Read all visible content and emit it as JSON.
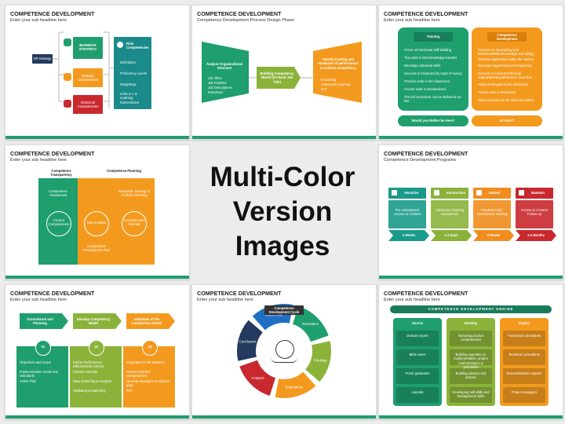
{
  "hero": {
    "line1": "Multi-Color",
    "line2": "Version Images"
  },
  "slides": [
    {
      "title": "COMPETENCE DEVELOPMENT",
      "subtitle": "Enter your sub headline here",
      "hr": "HR Strategy",
      "business": "BUSINESS STRATEGY",
      "strategic": "Strategic Competencies",
      "divisional": "Divisional Competencies",
      "role": "Role Competencies",
      "role_items": [
        "Definitions",
        "Proficiency Levels",
        "Weightings",
        "Links to L & Learning Interventions"
      ]
    },
    {
      "title": "COMPETENCE DEVELOPMENT",
      "subtitle": "Competency Development Process Design Phase",
      "left_head": "Analyze Organizational Structure",
      "left_items": [
        "Job Titles",
        "Job Families",
        "Job Descriptions",
        "Interviews"
      ],
      "mid": "Building Competency Model (for Each Job Title)",
      "right_head": "Specify training and measures of performance to achieve competency",
      "right_items": [
        "E-learning",
        "Classroom Learning",
        "OJT"
      ]
    },
    {
      "title": "COMPETENCE DEVELOPMENT",
      "subtitle": "Enter your sub headline here",
      "left_head": "Training",
      "right_head": "Competence Development",
      "left_items": [
        "Focus on functional skill building",
        "The point is total knowledge transfer",
        "Develops individual skills",
        "Success is measured by input of survey",
        "Practice ends in the Classroom",
        "Course work is standardized",
        "The full curriculum can be delivered on-line"
      ],
      "right_items": [
        "Focuses on developing total behavioral/skill (knowledge and ability)",
        "Stresses application within the context",
        "Develops organizational Competency",
        "Success is measured through organizational performance over time",
        "Adopt techniques in the classroom",
        "Course work is integrated",
        "Some courses can be delivered online"
      ],
      "left_btn": "Would you Rather be Here?",
      "right_btn": "Or Here?"
    },
    {
      "title": "COMPETENCE DEVELOPMENT",
      "subtitle": "Enter your sub headline here",
      "col1": "Competence Transparency",
      "col2": "Competence Planning",
      "assess": "Competence Assessment",
      "current": "Current Competencies",
      "gap": "Gap Analysis",
      "needed": "Competencies Needed",
      "strategy": "Innovation Strategy & Portfolio Planning",
      "plan": "Competence Development Plan"
    },
    {
      "title": "COMPETENCE DEVELOPMENT",
      "subtitle": "Competence Development Programs",
      "cols": [
        {
          "head": "Sensitize",
          "body": "Pre-Assessment Access to Content",
          "dur": "2 Weeks",
          "color": "#1a9a8a"
        },
        {
          "head": "Introduction",
          "body": "Classroom Training Assessment",
          "dur": "1-3 Days",
          "color": "#8ab23a"
        },
        {
          "head": "Embed",
          "body": "Practical Field-Assessment Tutoring",
          "dur": "3 Weeks",
          "color": "#f08d1e"
        },
        {
          "head": "Maintain",
          "body": "Access to Content Follow-up",
          "dur": "1-3 Months",
          "color": "#c8282e"
        }
      ]
    },
    {
      "title": "COMPETENCE DEVELOPMENT",
      "subtitle": "Enter your sub headline here",
      "steps": [
        {
          "head": "Groundwork and Planning",
          "num": "01",
          "items": [
            "Objectives and scope",
            "Implementation Goals and Standards",
            "Action Plan"
          ],
          "color": "#1f9e6e"
        },
        {
          "head": "Develop Competency Model",
          "num": "02",
          "items": [
            "Define Performance Effectiveness Criteria",
            "Criterion Sample",
            "Data Gathering & Analysis",
            "Validating & Marketing"
          ],
          "color": "#8bb33a"
        },
        {
          "head": "Validation of the Competency Model",
          "num": "03",
          "items": [
            "Integration in HR Systems",
            "Assess selected Competencies",
            "Develop strategies to address gaps",
            "ROI"
          ],
          "color": "#f39a1e"
        }
      ]
    },
    {
      "title": "COMPETENCE DEVELOPMENT",
      "subtitle": "Enter your sub headline here",
      "cycle": "Competence Development Cycle",
      "segments": [
        "Orientation",
        "Findings",
        "Evaluations",
        "Analysis",
        "Conclusion",
        "Action Plan"
      ]
    },
    {
      "title": "COMPETENCE DEVELOPMENT",
      "subtitle": "Enter your sub headline here",
      "engine": "COMPETENCE DEVELOPMENT ENGINE",
      "cols": [
        {
          "head": "Source",
          "items": [
            "Domain expert",
            "Bible users",
            "Fresh graduates",
            "Laterals"
          ]
        },
        {
          "head": "Develop",
          "items": [
            "Nurturing product competencies",
            "Building expertise on implementation, project methodologies & processes",
            "Building solution and domain",
            "Developing soft skills and management skills"
          ]
        },
        {
          "head": "Deploy",
          "items": [
            "Functional consultants",
            "Technical consultants",
            "Domain/solution experts",
            "Project managers"
          ]
        }
      ]
    }
  ],
  "colors": {
    "green": "#1f9e6e",
    "lime": "#8bb33a",
    "orange": "#f39a1e",
    "red": "#c8282e",
    "navy": "#243a5e"
  }
}
